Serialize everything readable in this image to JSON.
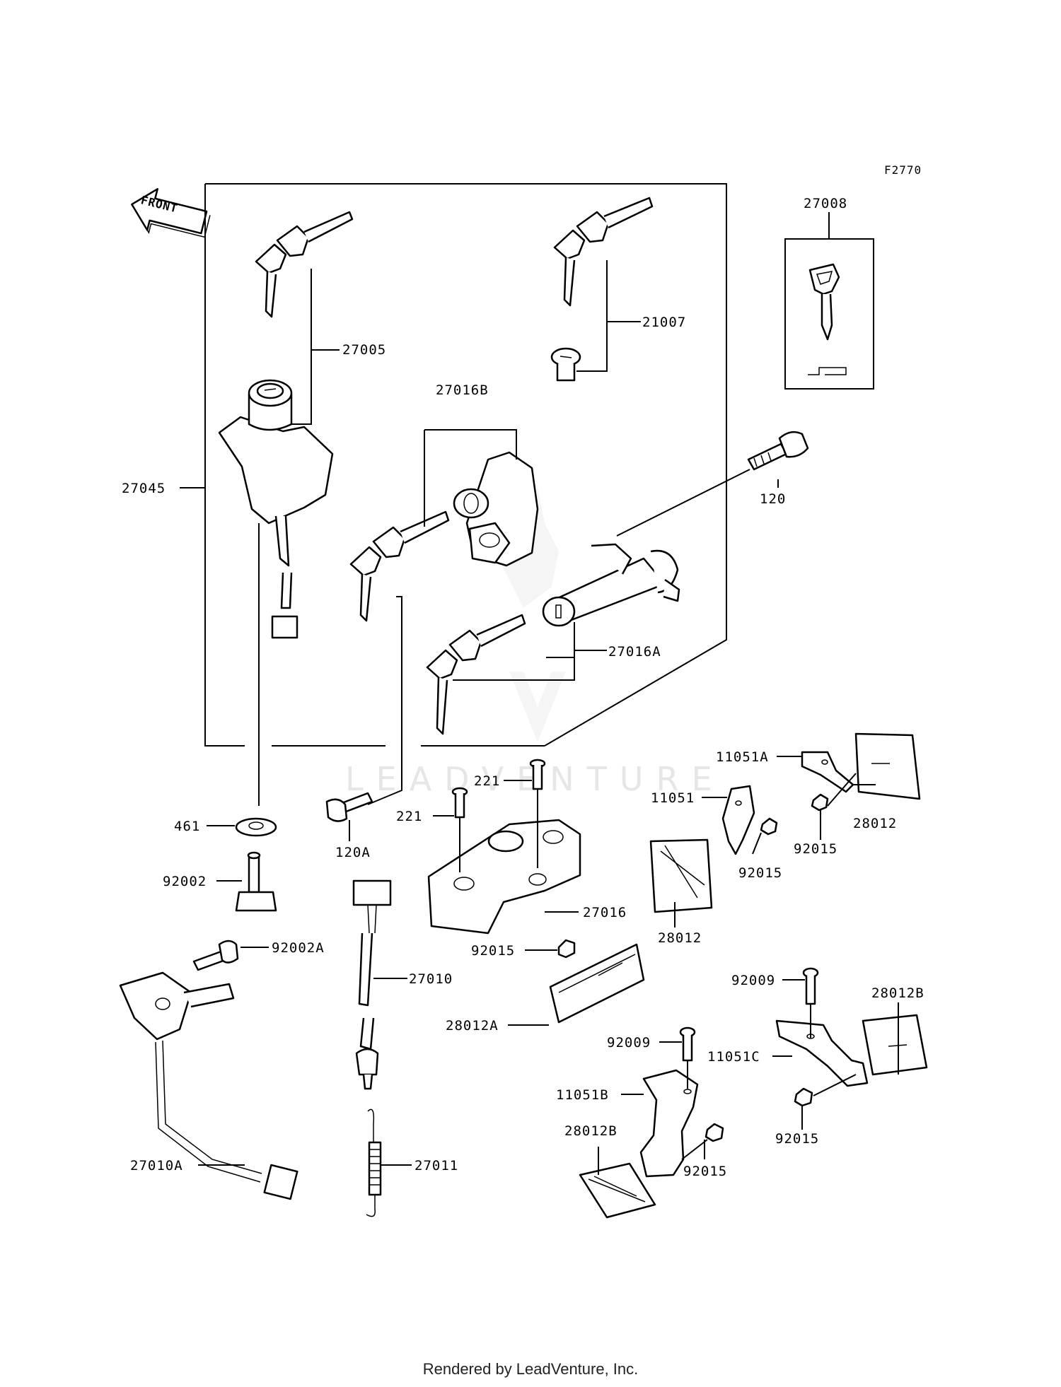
{
  "figure_code": "F2770",
  "front_label": "FRONT",
  "watermark": "LEADVENTURE",
  "footer": "Rendered by LeadVenture, Inc.",
  "callouts": {
    "p27005": "27005",
    "p27045": "27045",
    "p27016B": "27016B",
    "p21007": "21007",
    "p27008": "27008",
    "p120": "120",
    "p27016A": "27016A",
    "p461": "461",
    "p120A": "120A",
    "p221a": "221",
    "p221b": "221",
    "p92002": "92002",
    "p92002A": "92002A",
    "p27016": "27016",
    "p27010": "27010",
    "p92015a": "92015",
    "p28012A": "28012A",
    "p27010A": "27010A",
    "p27011": "27011",
    "p11051A": "11051A",
    "p11051": "11051",
    "p92015b": "92015",
    "p28012a": "28012",
    "p92015c": "92015",
    "p28012b": "28012",
    "p92009a": "92009",
    "p28012B1": "28012B",
    "p11051C": "11051C",
    "p92009b": "92009",
    "p92015d": "92015",
    "p11051B": "11051B",
    "p28012B2": "28012B",
    "p92015e": "92015"
  }
}
